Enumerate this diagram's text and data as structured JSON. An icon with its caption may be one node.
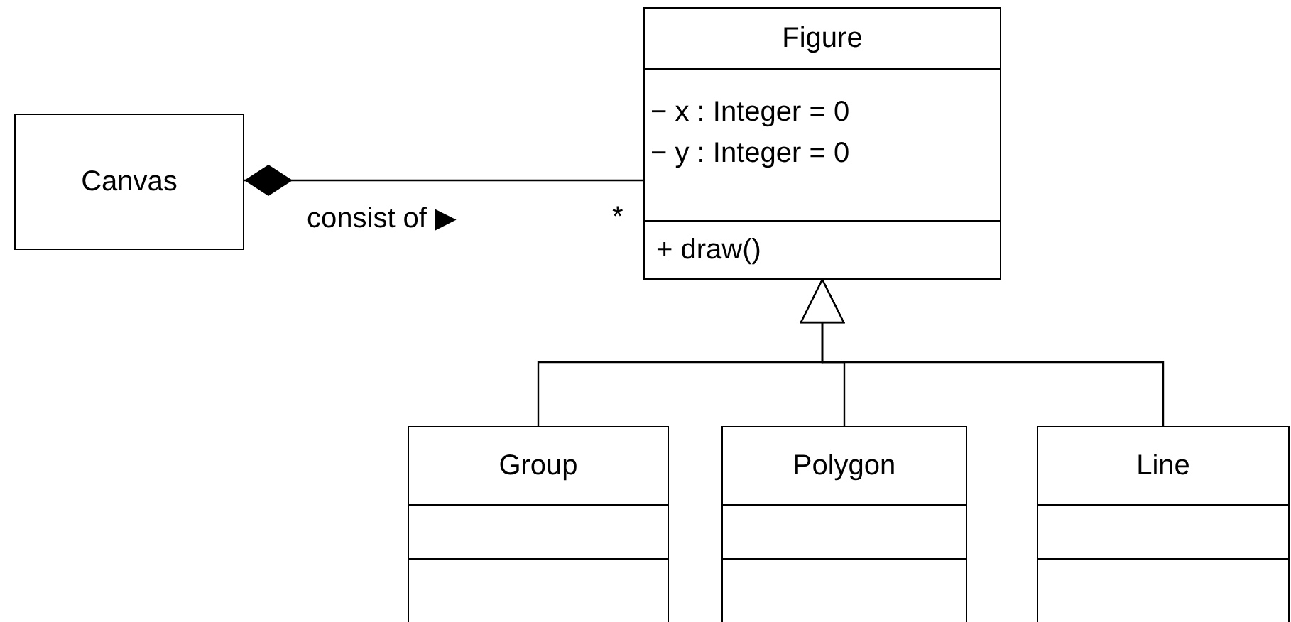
{
  "diagram": {
    "nodes": [
      {
        "text": [
          "Canvas"
        ]
      },
      {
        "text": [
          "Figure",
          "− x : Integer = 0",
          "− y : Integer = 0",
          "+ draw()"
        ]
      },
      {
        "text": [
          "Group"
        ]
      },
      {
        "text": [
          "Polygon"
        ]
      },
      {
        "text": [
          "Line"
        ]
      }
    ],
    "edges": [
      {
        "from": 0,
        "to": 1,
        "arrow": "other",
        "label": "consist of ▶"
      },
      {
        "from": 2,
        "to": 1,
        "arrow": "to"
      },
      {
        "from": 3,
        "to": 1,
        "arrow": "to"
      },
      {
        "from": 4,
        "to": 1,
        "arrow": "to"
      }
    ],
    "labels": [
      "*"
    ]
  }
}
